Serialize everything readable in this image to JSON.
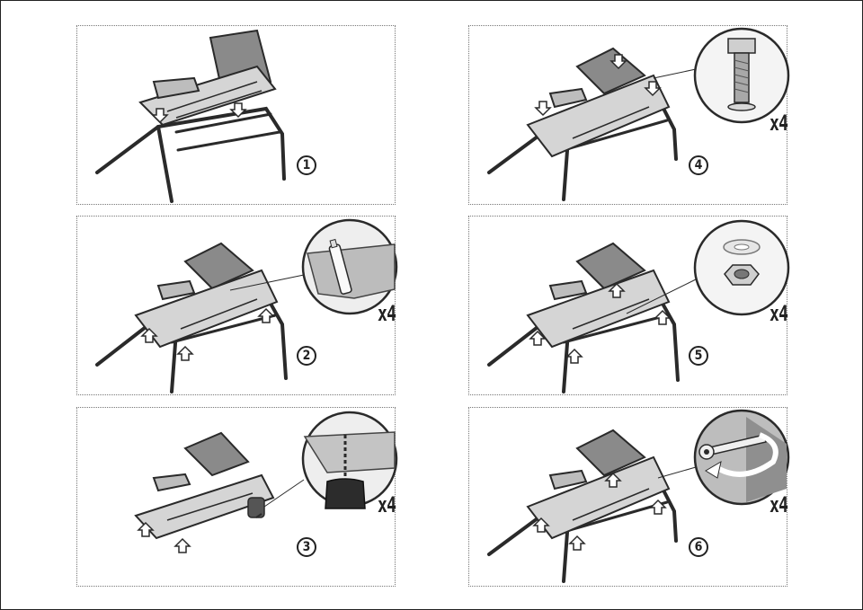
{
  "steps": [
    {
      "number": "1",
      "multiplier": ""
    },
    {
      "number": "2",
      "multiplier": "x4"
    },
    {
      "number": "3",
      "multiplier": "x4"
    },
    {
      "number": "4",
      "multiplier": "x4"
    },
    {
      "number": "5",
      "multiplier": "x4"
    },
    {
      "number": "6",
      "multiplier": "x4"
    }
  ],
  "colors": {
    "line": "#2a2a2a",
    "fill_light": "#d8d8d8",
    "fill_mid": "#a9a9a9",
    "fill_dark": "#555555"
  },
  "icons": [
    "arrow-down-icon",
    "arrow-up-icon",
    "bolt-icon",
    "washer-icon",
    "nut-icon",
    "plug-icon",
    "drill-icon",
    "wrench-icon",
    "rotate-arrow-icon"
  ]
}
